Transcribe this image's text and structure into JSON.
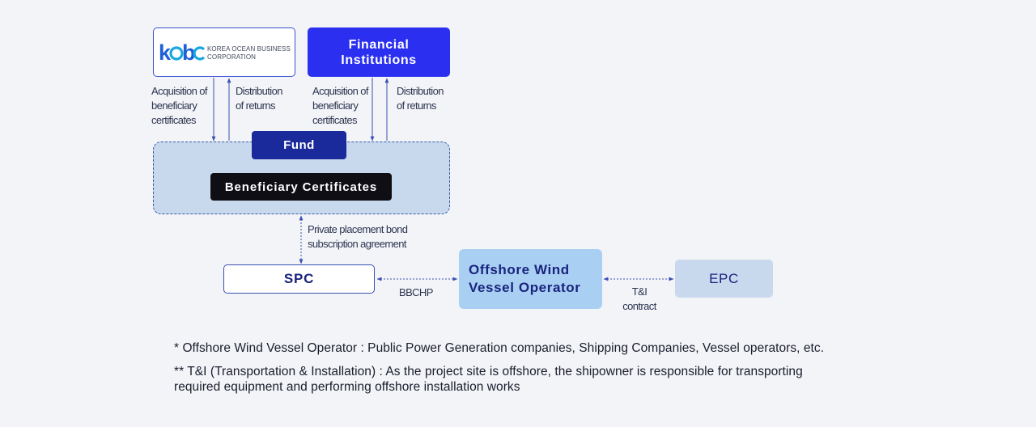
{
  "kobc": {
    "logo_text": "kobc",
    "name_line1": "KOREA OCEAN BUSINESS",
    "name_line2": "CORPORATION"
  },
  "financial": {
    "line1": "Financial",
    "line2": "Institutions"
  },
  "labels": {
    "acq_line1": "Acquisition of",
    "acq_line2": "beneficiary",
    "acq_line3": "certificates",
    "dist_line1": "Distribution",
    "dist_line2": "of returns",
    "bond_line1": "Private placement bond",
    "bond_line2": "subscription agreement",
    "bbchp": "BBCHP",
    "ti_line1": "T&I",
    "ti_line2": "contract"
  },
  "fund": {
    "tag": "Fund",
    "certificates": "Beneficiary Certificates"
  },
  "spc": "SPC",
  "operator": {
    "line1": "Offshore Wind",
    "line2": "Vessel Operator"
  },
  "epc": "EPC",
  "notes": {
    "note1": "* Offshore Wind Vessel Operator : Public Power Generation companies, Shipping Companies, Vessel operators, etc.",
    "note2_line1": "** T&I (Transportation & Installation) : As the project site is offshore, the shipowner is responsible for transporting",
    "note2_line2": "required equipment and performing offshore installation works"
  },
  "colors": {
    "connector": "#3b4fb0",
    "financial_box": "#2a2ff0",
    "fund_tag": "#1a2a9a",
    "operator_box": "#a9d0f3",
    "container": "#c8d9ee",
    "logo_blue": "#1e5fd6",
    "logo_cyan": "#19a7e0"
  }
}
